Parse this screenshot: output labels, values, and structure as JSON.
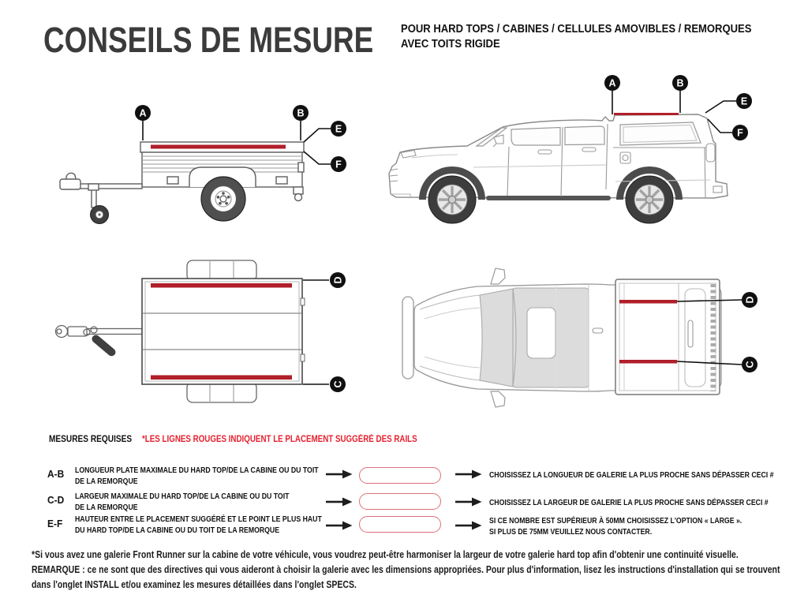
{
  "colors": {
    "rail_red": "#b01f2a",
    "pill_border_red": "#de6e7a",
    "note_red": "#e6212f",
    "title_gray": "#3b3b3b"
  },
  "header": {
    "title": "CONSEILS DE MESURE",
    "subtitle_line1": "POUR HARD TOPS / CABINES / CELLULES AMOVIBLES / REMORQUES",
    "subtitle_line2": "AVEC TOITS RIGIDE"
  },
  "diagram_labels": {
    "a": "A",
    "b": "B",
    "c": "C",
    "d": "D",
    "e": "E",
    "f": "F"
  },
  "measures": {
    "heading": "MESURES REQUISES",
    "note": "*LES LIGNES ROUGES INDIQUENT LE PLACEMENT SUGGÉRÉ DES RAILS",
    "rows": [
      {
        "key": "A-B",
        "desc_line1": "LONGUEUR PLATE MAXIMALE DU HARD TOP/DE LA CABINE OU DU TOIT",
        "desc_line2": "DE LA REMORQUE",
        "result_line1": "CHOISISSEZ LA LONGUEUR DE GALERIE LA PLUS PROCHE SANS DÉPASSER CECI #",
        "result_line2": ""
      },
      {
        "key": "C-D",
        "desc_line1": "LARGEUR MAXIMALE DU HARD TOP/DE LA CABINE OU DU TOIT",
        "desc_line2": "DE LA REMORQUE",
        "result_line1": "CHOISISSEZ LA LARGEUR DE GALERIE LA PLUS PROCHE SANS DÉPASSER CECI #",
        "result_line2": ""
      },
      {
        "key": "E-F",
        "desc_line1": "HAUTEUR ENTRE LE PLACEMENT SUGGÉRÉ ET LE POINT LE PLUS HAUT",
        "desc_line2": "DU HARD TOP/DE LA CABINE OU DU TOIT DE LA REMORQUE",
        "result_line1": "SI CE NOMBRE EST SUPÉRIEUR À 50MM CHOISISSEZ L'OPTION « LARGE ».",
        "result_line2": "SI PLUS DE 75MM VEUILLEZ NOUS CONTACTER."
      }
    ]
  },
  "footnote": {
    "line1": "*Si vous avez une galerie Front Runner sur la cabine de votre véhicule, vous voudrez peut-être harmoniser la largeur de votre galerie hard top afin d'obtenir une continuité visuelle.",
    "line2": "REMARQUE : ce ne sont que des directives qui vous aideront à choisir la galerie avec les dimensions appropriées. Pour plus d'information, lisez les instructions d'installation qui se trouvent",
    "line3": "dans l'onglet INSTALL et/ou examinez les mesures détaillées dans l'onglet SPECS."
  }
}
